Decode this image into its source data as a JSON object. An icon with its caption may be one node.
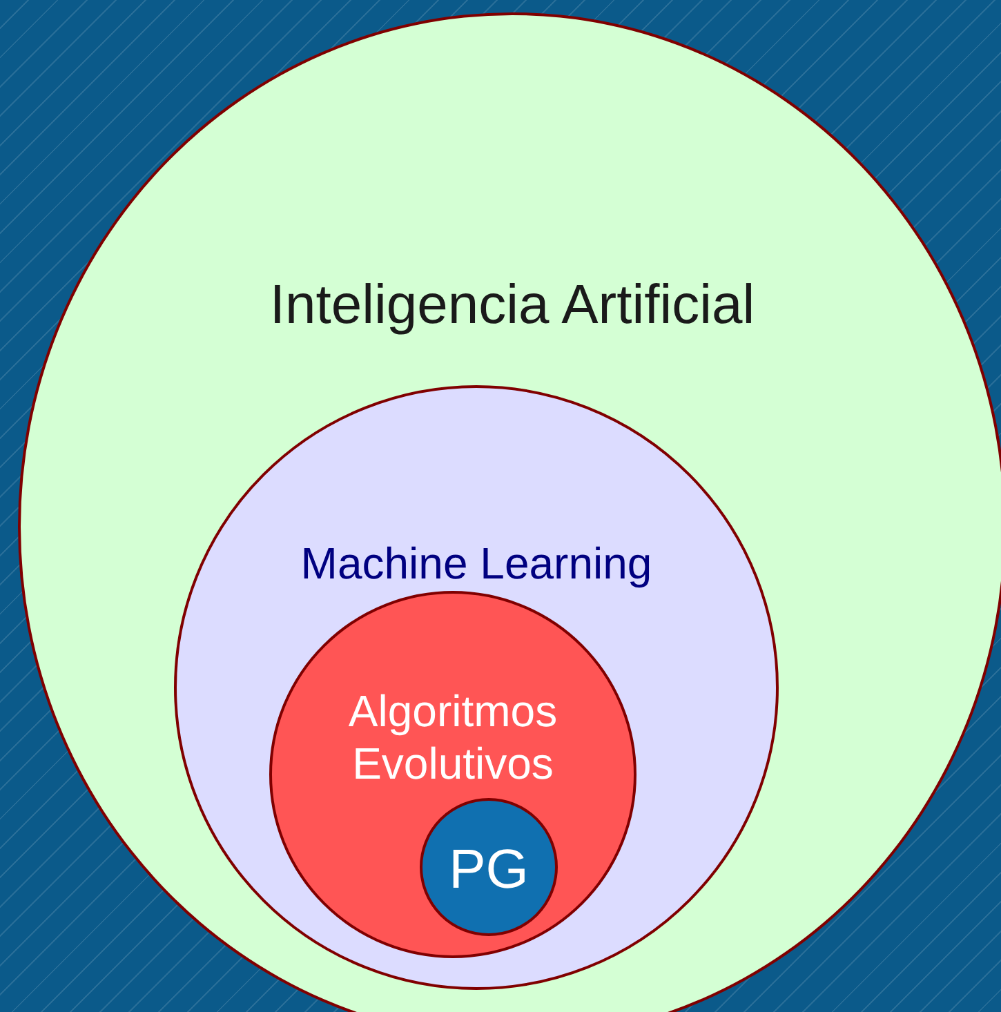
{
  "diagram": {
    "nodes": [
      {
        "text": [
          "Inteligencia Artificial"
        ]
      },
      {
        "text": [
          "Machine Learning"
        ],
        "in": 0
      },
      {
        "text": [
          "Algoritmos Evolutivos"
        ],
        "in": 1
      },
      {
        "text": [
          "PG"
        ],
        "in": 2
      }
    ]
  }
}
